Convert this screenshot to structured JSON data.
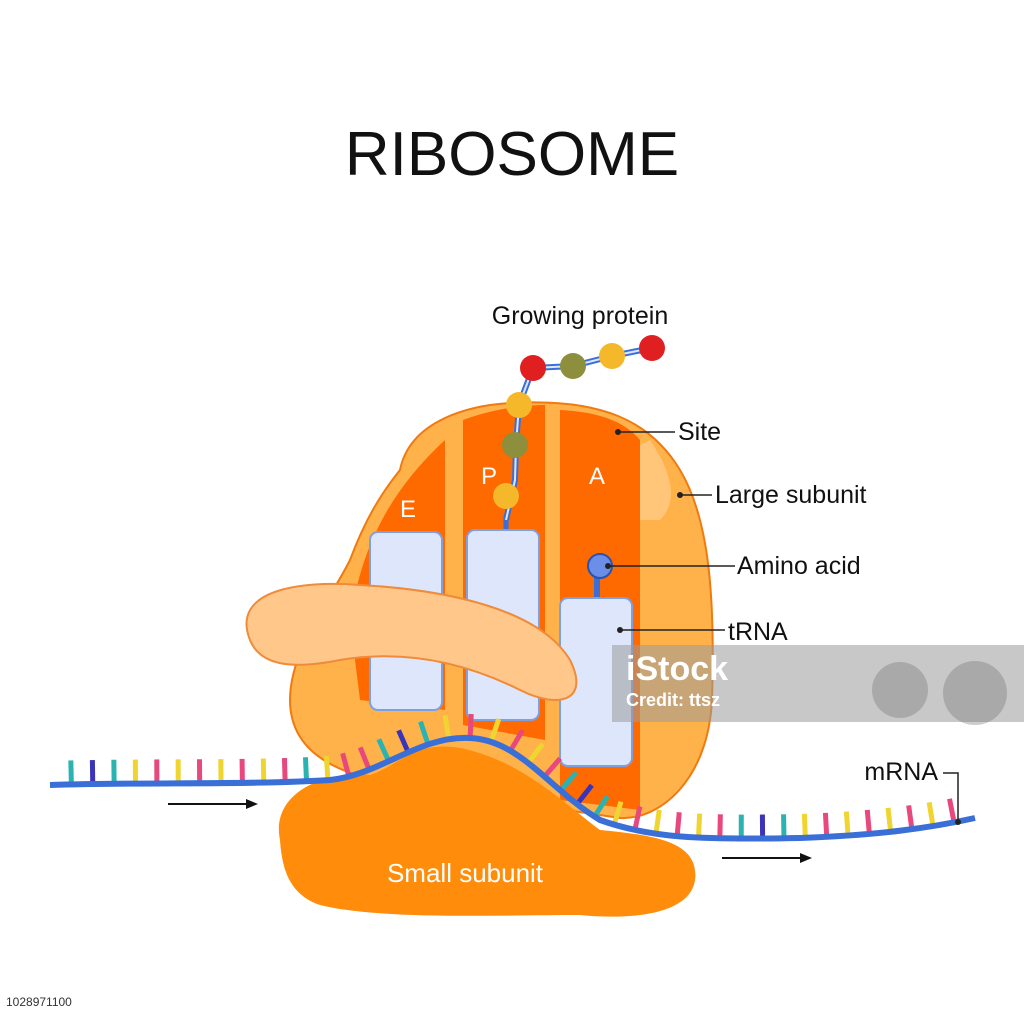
{
  "title": "RIBOSOME",
  "labels": {
    "growing_protein": "Growing protein",
    "site": "Site",
    "large_subunit": "Large subunit",
    "amino_acid": "Amino acid",
    "trna": "tRNA",
    "mrna": "mRNA",
    "small_subunit": "Small subunit"
  },
  "sites": {
    "e": "E",
    "p": "P",
    "a": "A"
  },
  "watermark": {
    "brand": "iStock",
    "credit": "Credit: ttsz"
  },
  "stock_id": "1028971100",
  "colors": {
    "large_subunit_dark": "#ff6a00",
    "large_subunit_light": "#ffb24a",
    "small_subunit": "#ff8c0a",
    "cap": "#ffc88a",
    "trna": "#dde6fa",
    "mrna_backbone": "#3a6fd8",
    "codon_colors": [
      "#e8497d",
      "#f0d530",
      "#2ab3b0",
      "#3b34b8"
    ],
    "protein_beads": [
      "#e02020",
      "#f5b82a",
      "#8d8f3c"
    ]
  },
  "mrna_bases": [
    "teal",
    "navy",
    "teal",
    "yellow",
    "pink",
    "yellow",
    "pink",
    "yellow",
    "pink",
    "yellow",
    "pink",
    "teal",
    "yellow",
    "pink",
    "pink",
    "teal",
    "navy",
    "teal",
    "yellow",
    "pink",
    "yellow",
    "pink",
    "yellow",
    "pink",
    "teal",
    "navy",
    "teal",
    "yellow",
    "pink",
    "yellow",
    "pink",
    "yellow",
    "pink",
    "teal",
    "navy",
    "teal",
    "yellow",
    "pink",
    "yellow",
    "pink",
    "yellow",
    "pink",
    "yellow",
    "pink"
  ]
}
